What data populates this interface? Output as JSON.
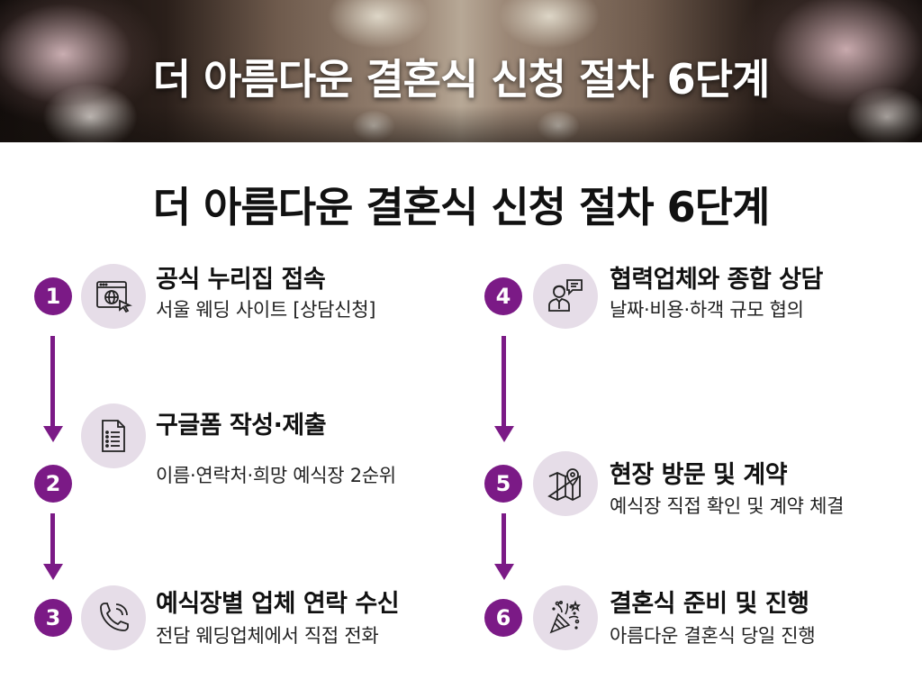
{
  "banner": {
    "title": "더 아름다운 결혼식 신청 절차 6단계"
  },
  "main_title": "더 아름다운 결혼식 신청 절차 6단계",
  "colors": {
    "accent": "#7b1a86",
    "icon_bg": "#e6dde8",
    "text": "#111111"
  },
  "steps": [
    {
      "number": "1",
      "icon": "browser-globe-icon",
      "title": "공식 누리집 접속",
      "desc": "서울 웨딩 사이트 [상담신청]"
    },
    {
      "number": "2",
      "icon": "document-list-icon",
      "title": "구글폼 작성·제출",
      "desc": "이름·연락처·희망 예식장 2순위"
    },
    {
      "number": "3",
      "icon": "phone-ringing-icon",
      "title": "예식장별 업체 연락 수신",
      "desc": "전담 웨딩업체에서 직접 전화"
    },
    {
      "number": "4",
      "icon": "consultant-chat-icon",
      "title": "협력업체와 종합 상담",
      "desc": "날짜·비용·하객 규모 협의"
    },
    {
      "number": "5",
      "icon": "map-pin-icon",
      "title": "현장 방문 및 계약",
      "desc": "예식장 직접 확인 및 계약 체결"
    },
    {
      "number": "6",
      "icon": "party-popper-icon",
      "title": "결혼식 준비 및 진행",
      "desc": "아름다운 결혼식 당일 진행"
    }
  ]
}
